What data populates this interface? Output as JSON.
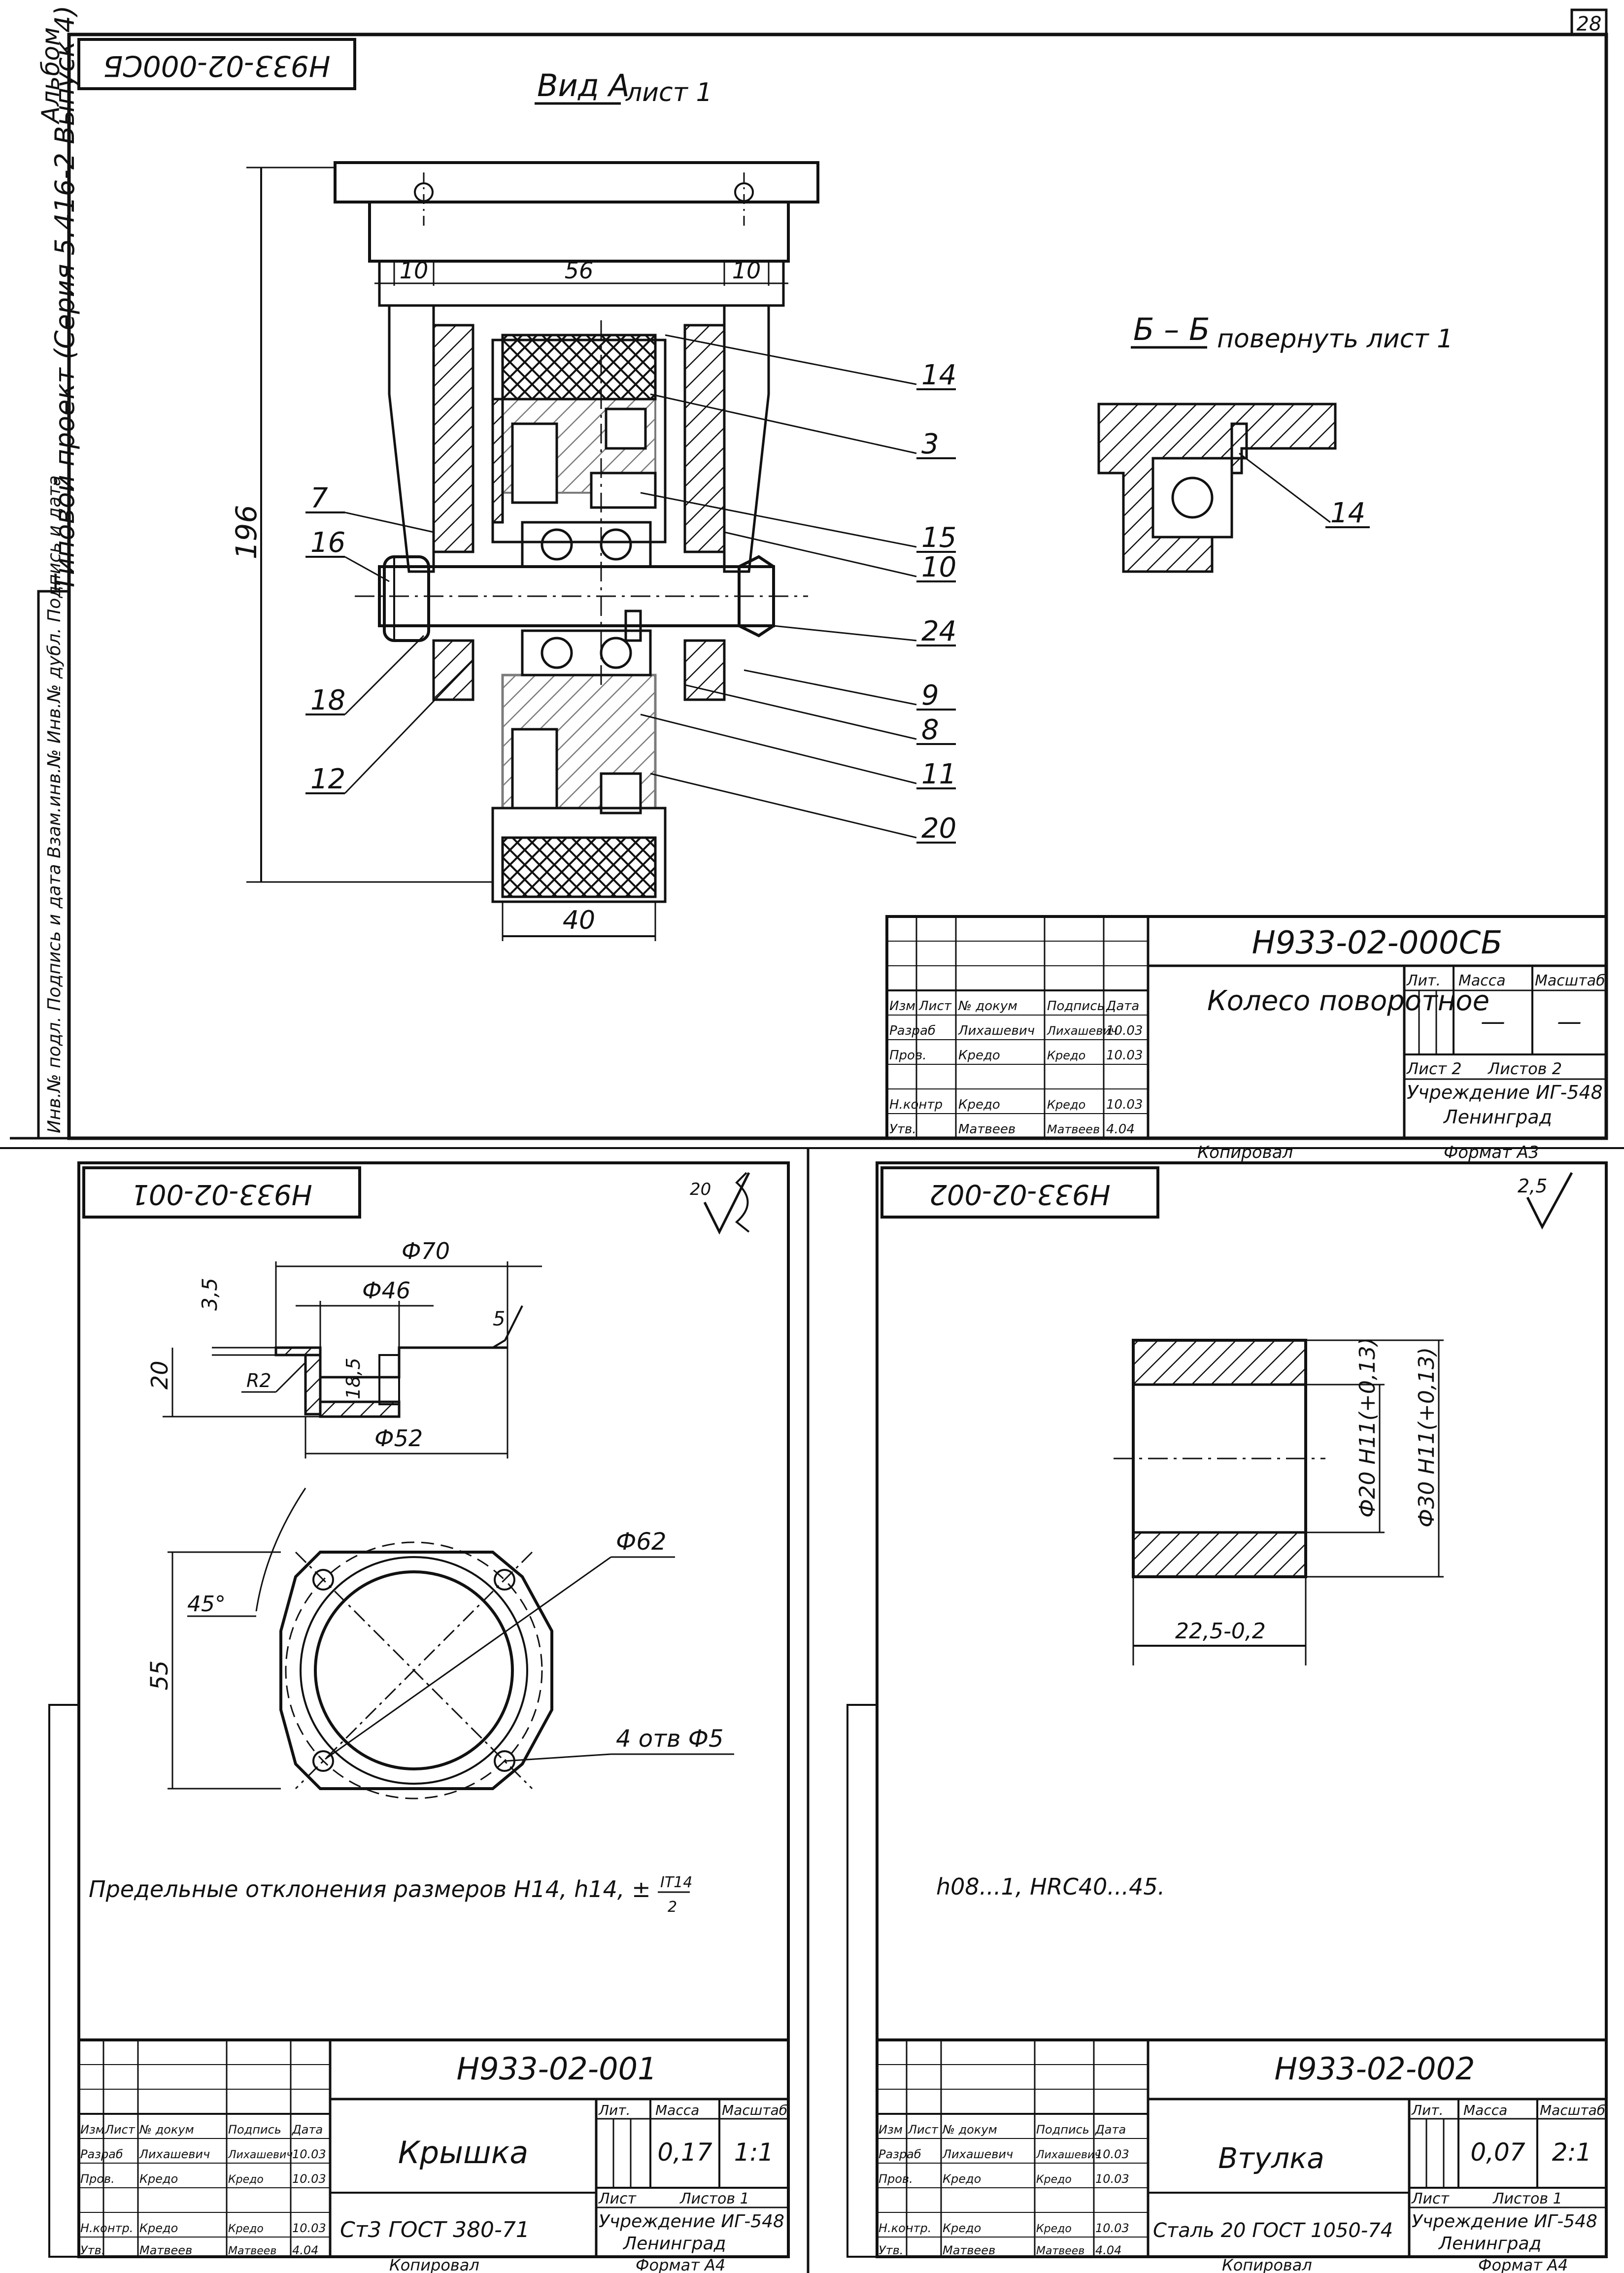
{
  "page_number": "28",
  "top_sheet": {
    "side_margin": {
      "inventory_strip": "Инв.№ подл.  Подпись и дата  Взам.инв.№  Инв.№ дубл.  Подпись и дата",
      "project_text": "Типовой проект (Серия 5.416-2  Выпуск 4)",
      "stamp_text": "Альбом"
    },
    "corner_code": "Н933-02-000СБ",
    "view_label": "Вид А",
    "view_sheet_ref": "лист 1",
    "section_label": "Б – Б",
    "section_note": "повернуть лист 1",
    "dims": {
      "top_left": "10",
      "top_mid": "56",
      "top_right": "10",
      "height": "196",
      "bottom": "40"
    },
    "callouts_left": [
      "7",
      "16",
      "18",
      "12"
    ],
    "callouts_right": [
      "14",
      "3",
      "15",
      "10",
      "24",
      "9",
      "8",
      "11",
      "20"
    ],
    "section_callout": "14",
    "title_block": {
      "designation": "Н933-02-000СБ",
      "name": "Колесо поворотное",
      "headers": [
        "Изм",
        "Лист",
        "№ докум",
        "Подпись",
        "Дата"
      ],
      "rows": [
        {
          "role": "Разраб",
          "name": "Лихашевич",
          "sign": "Лихашевич",
          "date": "10.03"
        },
        {
          "role": "Пров.",
          "name": "Кредо",
          "sign": "Кредо",
          "date": "10.03"
        },
        {
          "role": "Н.контр",
          "name": "Кредо",
          "sign": "Кредо",
          "date": "10.03"
        },
        {
          "role": "Утв.",
          "name": "Матвеев",
          "sign": "Матвеев",
          "date": "4.04"
        }
      ],
      "lit_label": "Лит.",
      "mass_label": "Масса",
      "scale_label": "Масштаб",
      "mass_value": "—",
      "scale_value": "—",
      "sheet_label": "Лист 2",
      "sheets_label": "Листов 2",
      "org": "Учреждение ИГ-548",
      "city": "Ленинград",
      "copied": "Копировал",
      "format": "Формат А3"
    }
  },
  "left_sheet": {
    "corner_code": "Н933-02-001",
    "roughness": "20",
    "dims": {
      "d70": "Ф70",
      "d46": "Ф46",
      "d52": "Ф52",
      "d62": "Ф62",
      "h35": "3,5",
      "h20": "20",
      "h185": "18,5",
      "r2": "R2",
      "rough5": "5",
      "angle": "45°",
      "h55": "55",
      "holes": "4 отв Ф5"
    },
    "note": "Предельные отклонения размеров H14, h14, ±",
    "note_fraction": {
      "num": "IT14",
      "den": "2"
    },
    "title_block": {
      "designation": "Н933-02-001",
      "name": "Крышка",
      "material": "Ст3 ГОСТ 380-71",
      "headers": [
        "Изм",
        "Лист",
        "№ докум",
        "Подпись",
        "Дата"
      ],
      "rows": [
        {
          "role": "Разраб",
          "name": "Лихашевич",
          "sign": "Лихашевич",
          "date": "10.03"
        },
        {
          "role": "Пров.",
          "name": "Кредо",
          "sign": "Кредо",
          "date": "10.03"
        },
        {
          "role": "Н.контр.",
          "name": "Кредо",
          "sign": "Кредо",
          "date": "10.03"
        },
        {
          "role": "Утв.",
          "name": "Матвеев",
          "sign": "Матвеев",
          "date": "4.04"
        }
      ],
      "lit_label": "Лит.",
      "mass_label": "Масса",
      "scale_label": "Масштаб",
      "mass_value": "0,17",
      "scale_value": "1:1",
      "sheet_label": "Лист",
      "sheets_label": "Листов 1",
      "org": "Учреждение ИГ-548",
      "city": "Ленинград",
      "copied": "Копировал",
      "format": "Формат А4"
    }
  },
  "right_sheet": {
    "corner_code": "Н933-02-002",
    "roughness": "2,5",
    "dims": {
      "inner": "Ф20 H11(+0,13)",
      "outer": "Ф30 H11(+0,13)",
      "length": "22,5-0,2"
    },
    "note": "h08...1, HRC40...45.",
    "title_block": {
      "designation": "Н933-02-002",
      "name": "Втулка",
      "material": "Сталь 20 ГОСТ 1050-74",
      "headers": [
        "Изм",
        "Лист",
        "№ докум",
        "Подпись",
        "Дата"
      ],
      "rows": [
        {
          "role": "Разраб",
          "name": "Лихашевич",
          "sign": "Лихашевич",
          "date": "10.03"
        },
        {
          "role": "Пров.",
          "name": "Кредо",
          "sign": "Кредо",
          "date": "10.03"
        },
        {
          "role": "Н.контр.",
          "name": "Кредо",
          "sign": "Кредо",
          "date": "10.03"
        },
        {
          "role": "Утв.",
          "name": "Матвеев",
          "sign": "Матвеев",
          "date": "4.04"
        }
      ],
      "lit_label": "Лит.",
      "mass_label": "Масса",
      "scale_label": "Масштаб",
      "mass_value": "0,07",
      "scale_value": "2:1",
      "sheet_label": "Лист",
      "sheets_label": "Листов 1",
      "org": "Учреждение ИГ-548",
      "city": "Ленинград",
      "copied": "Копировал",
      "format": "Формат А4"
    }
  }
}
